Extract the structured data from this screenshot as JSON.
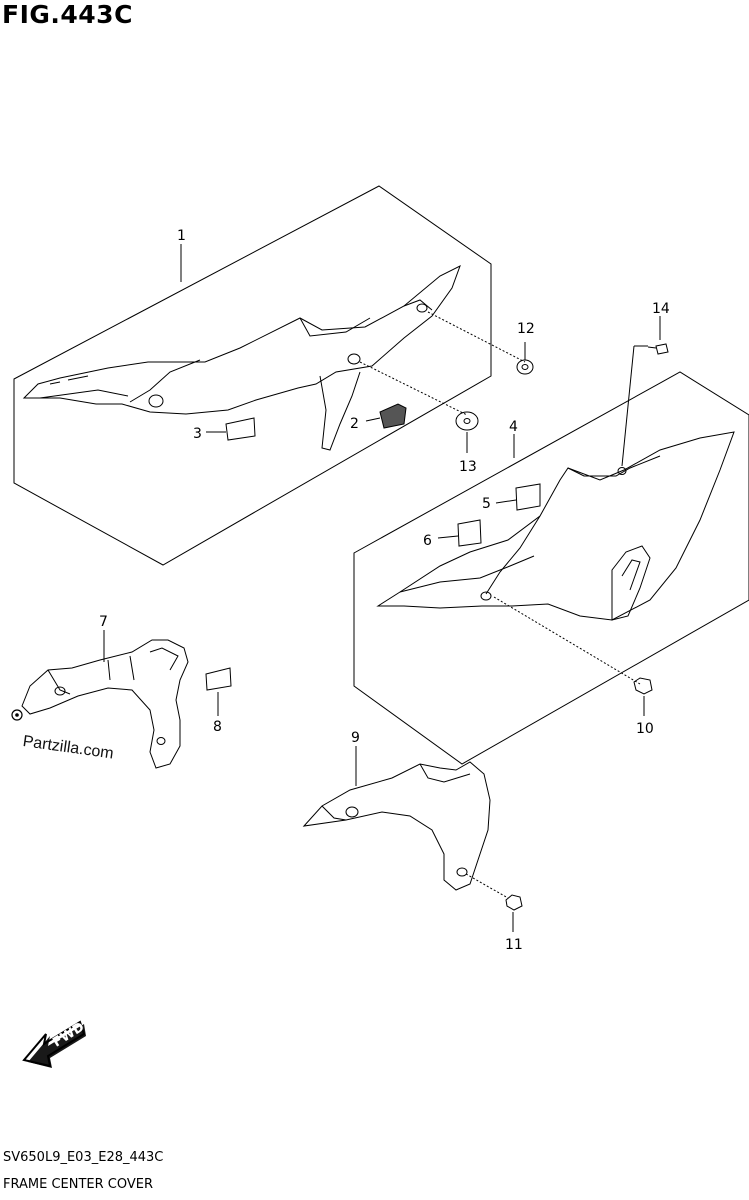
{
  "figure": {
    "title": "FIG.443C",
    "code": "SV650L9_E03_E28_443C",
    "name": "FRAME CENTER COVER"
  },
  "watermark": "Partzilla.com",
  "direction_marker": "FWD",
  "callouts": [
    "1",
    "2",
    "3",
    "4",
    "5",
    "6",
    "7",
    "8",
    "9",
    "10",
    "11",
    "12",
    "13",
    "14"
  ]
}
